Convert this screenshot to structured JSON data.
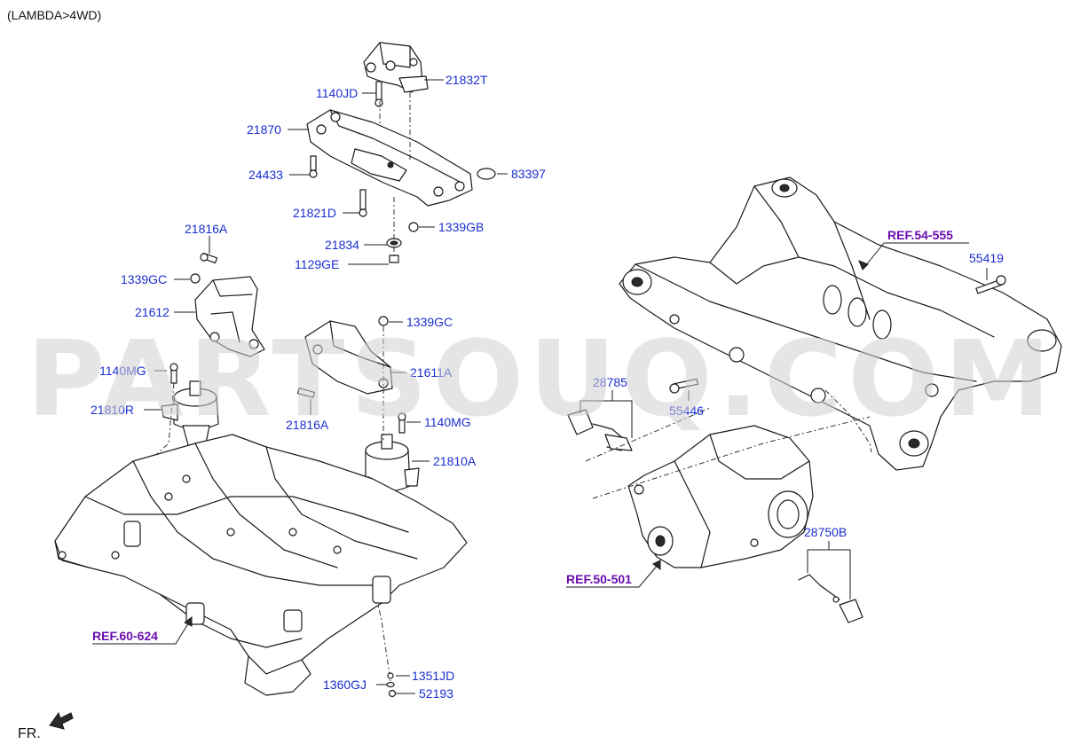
{
  "header": {
    "variant": "(LAMBDA>4WD)"
  },
  "watermark": "PARTSOUQ.COM",
  "orientation_label": "FR.",
  "colors": {
    "part_label": "#1a2fd0",
    "ref_label": "#6a0dad",
    "outline": "#1a1a1a",
    "watermark": "#cfcfcf"
  },
  "labels": {
    "p21832T": "21832T",
    "p1140JD": "1140JD",
    "p21870": "21870",
    "p24433": "24433",
    "p83397": "83397",
    "p21821D": "21821D",
    "p1339GB": "1339GB",
    "p21834": "21834",
    "p1129GE": "1129GE",
    "p21816A_top": "21816A",
    "p1339GC_left": "1339GC",
    "p21612": "21612",
    "p1140MG_left": "1140MG",
    "p21810R": "21810R",
    "p1339GC_mid": "1339GC",
    "p21611A": "21611A",
    "p21816A_mid": "21816A",
    "p1140MG_mid": "1140MG",
    "p21810A": "21810A",
    "p28785": "28785",
    "p55446": "55446",
    "p55419": "55419",
    "p28750B": "28750B",
    "p1351JD": "1351JD",
    "p1360GJ": "1360GJ",
    "p52193": "52193"
  },
  "refs": {
    "r54_555": "REF.54-555",
    "r50_501": "REF.50-501",
    "r60_624": "REF.60-624"
  }
}
